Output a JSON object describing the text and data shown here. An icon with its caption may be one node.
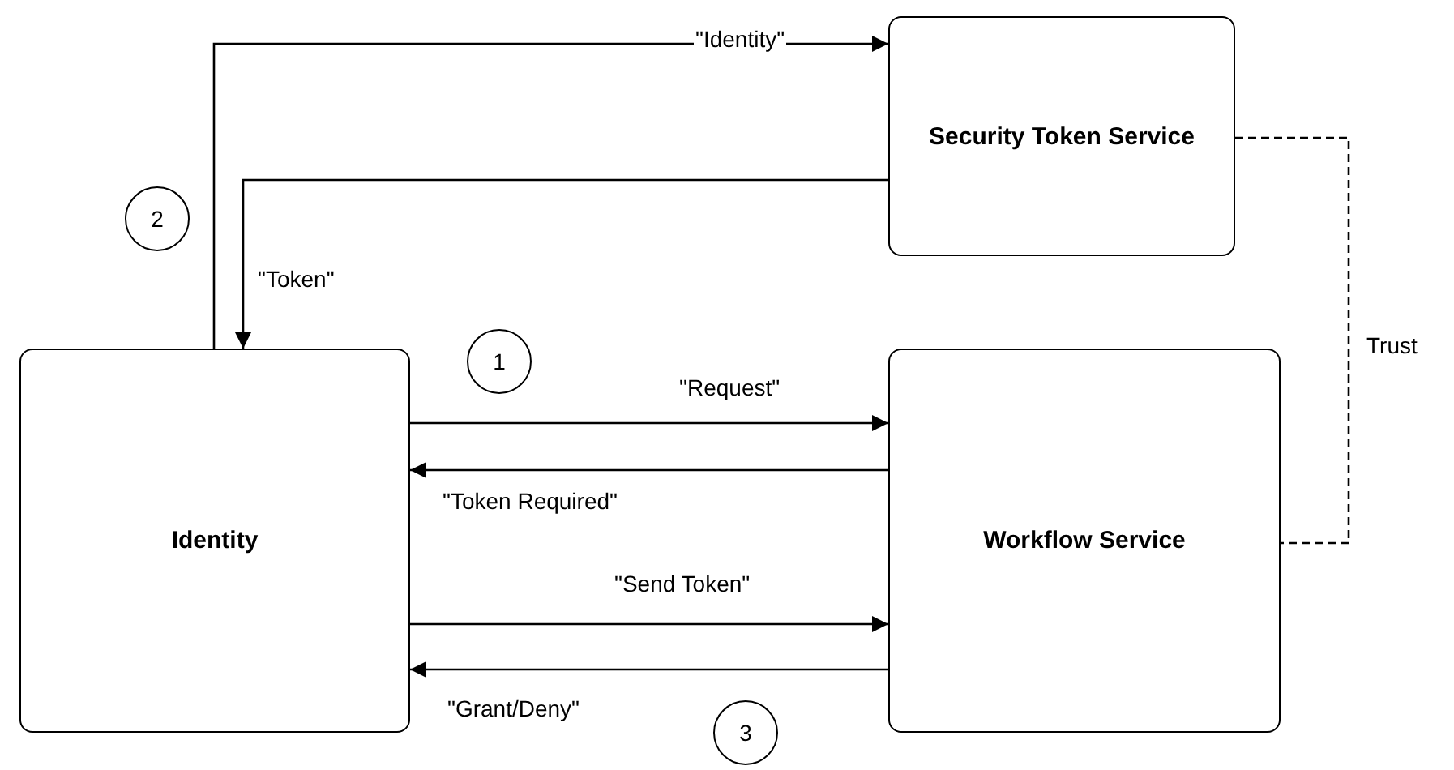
{
  "diagram": {
    "nodes": [
      {
        "text": [
          "Security Token Service"
        ]
      },
      {
        "text": [
          "Identity"
        ]
      },
      {
        "text": [
          "Workflow Service"
        ]
      },
      {
        "text": [
          "2"
        ]
      },
      {
        "text": [
          "1"
        ]
      },
      {
        "text": [
          "3"
        ]
      }
    ],
    "edges": [
      {
        "from": 1,
        "to": 0,
        "arrow": "to",
        "label": "\"Identity\""
      },
      {
        "from": 0,
        "to": 1,
        "arrow": "to",
        "label": "\"Token\""
      },
      {
        "from": 1,
        "to": 2,
        "arrow": "to",
        "label": "\"Request\""
      },
      {
        "from": 2,
        "to": 1,
        "arrow": "to",
        "label": "\"Token Required\""
      },
      {
        "from": 1,
        "to": 2,
        "arrow": "to",
        "label": "\"Send Token\""
      },
      {
        "from": 2,
        "to": 1,
        "arrow": "to",
        "label": "\"Grant/Deny\""
      },
      {
        "from": 0,
        "to": 2,
        "arrow": "none",
        "style": "dashed",
        "label": "Trust"
      }
    ]
  }
}
